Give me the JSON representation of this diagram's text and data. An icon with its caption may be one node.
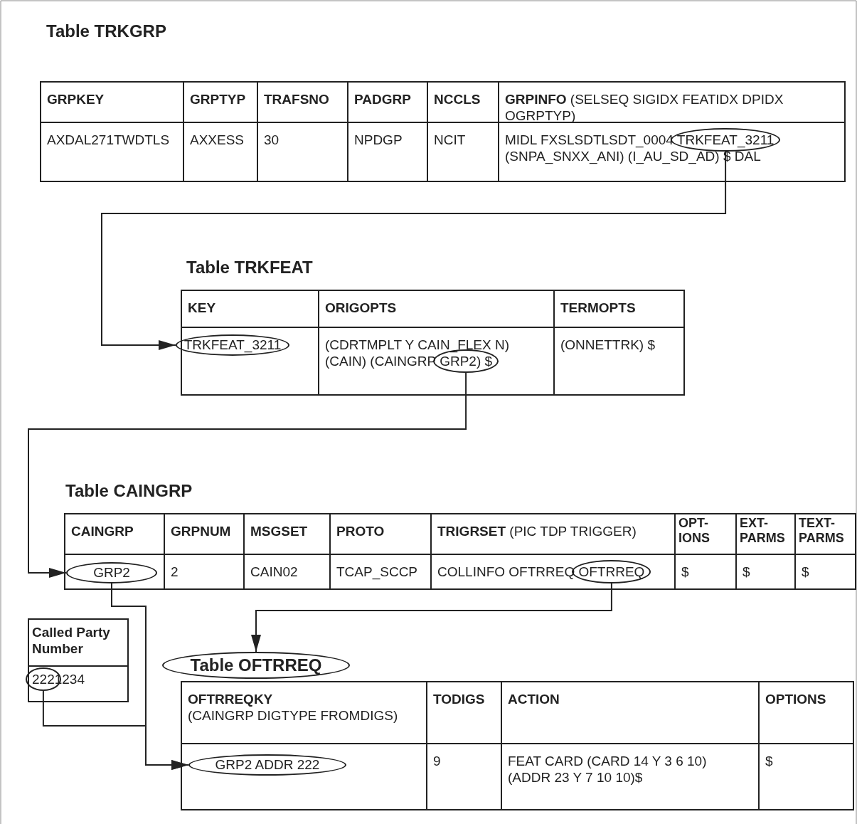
{
  "diagram": {
    "nodes": [
      {
        "text": [],
        "shape": "ellipse"
      },
      {
        "text": [
          "TRKFEAT_3211"
        ]
      },
      {
        "text": [],
        "shape": "ellipse"
      },
      {
        "text": [
          "GRP2"
        ]
      },
      {
        "text": [],
        "shape": "ellipse"
      },
      {
        "text": [
          "Table OFTRREQ"
        ]
      },
      {
        "text": [],
        "shape": "ellipse"
      },
      {
        "text": [
          "GRP2 ADDR 222"
        ]
      }
    ],
    "edges": [
      {
        "from": 0,
        "to": 1,
        "arrow": "to"
      },
      {
        "from": 2,
        "to": 3,
        "arrow": "to"
      },
      {
        "from": 4,
        "to": 5,
        "arrow": "to"
      },
      {
        "from": 3,
        "to": 7,
        "arrow": "to"
      },
      {
        "from": 6,
        "to": 7,
        "arrow": "to"
      }
    ],
    "labels": [
      "Table  TRKGRP",
      "GRPKEY",
      "GRPTYP",
      "TRAFSNO",
      "PADGRP",
      "NCCLS",
      "**GRPINFO** (SELSEQ SIGIDX FEATIDX DPIDX OGRPTYP)",
      "AXDAL271TWDTLS",
      "AXXESS",
      "30",
      "NPDGP",
      "NCIT",
      "MIDL FXSLSDTLSDT_0004 TRKFEAT_3211 (SNPA_SNXX_ANI) (I_AU_SD_AD) $ DAL",
      "Table  TRKFEAT",
      "KEY",
      "ORIGOPTS",
      "TERMOPTS",
      "(CDRTMPLT Y CAIN_FLEX N) (CAIN) (CAINGRP GRP2) $",
      "(ONNETTRK) $",
      "Table CAINGRP",
      "CAINGRP",
      "GRPNUM",
      "MSGSET",
      "PROTO",
      "**TRIGRSET** (PIC TDP TRIGGER)",
      "OPT- IONS",
      "EXT- PARMS",
      "TEXT- PARMS",
      "2",
      "CAIN02",
      "TCAP_SCCP",
      "COLLINFO OFTRREQ OFTRREQ",
      "$",
      "$",
      "$",
      "Called Party Number",
      "2221234",
      "**OFTRREQKY** (CAINGRP DIGTYPE FROMDIGS)",
      "TODIGS",
      "ACTION",
      "OPTIONS",
      "9",
      "FEAT CARD (CARD 14 Y 3 6 10) (ADDR 23 Y 7 10 10)$",
      "$"
    ]
  }
}
